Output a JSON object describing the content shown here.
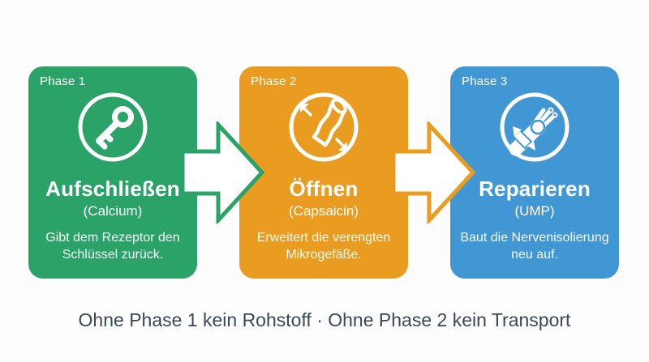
{
  "background": "#fdfdfd",
  "phases": [
    {
      "badge": "Phase 1",
      "title": "Aufschließen",
      "subtitle": "(Calcium)",
      "description": "Gibt dem Rezeptor den\nSchlüssel zurück.",
      "color": "#2ba368",
      "icon": "key-icon"
    },
    {
      "badge": "Phase 2",
      "title": "Öffnen",
      "subtitle": "(Capsaicin)",
      "description": "Erweitert die verengten\nMikrogefäße.",
      "color": "#e99c1f",
      "icon": "vessel-dilation-icon"
    },
    {
      "badge": "Phase 3",
      "title": "Reparieren",
      "subtitle": "(UMP)",
      "description": "Baut die Nervenisolierung\nneu auf.",
      "color": "#4197d3",
      "icon": "cable-repair-icon"
    }
  ],
  "arrows": [
    {
      "from": "phase-1",
      "to": "phase-2",
      "fill": "#ffffff",
      "outline": "#2ba368"
    },
    {
      "from": "phase-2",
      "to": "phase-3",
      "fill": "#ffffff",
      "outline": "#e99c1f"
    }
  ],
  "caption": {
    "text": "Ohne Phase 1 kein Rohstoff · Ohne Phase 2 kein Transport",
    "color": "#3c4856"
  }
}
